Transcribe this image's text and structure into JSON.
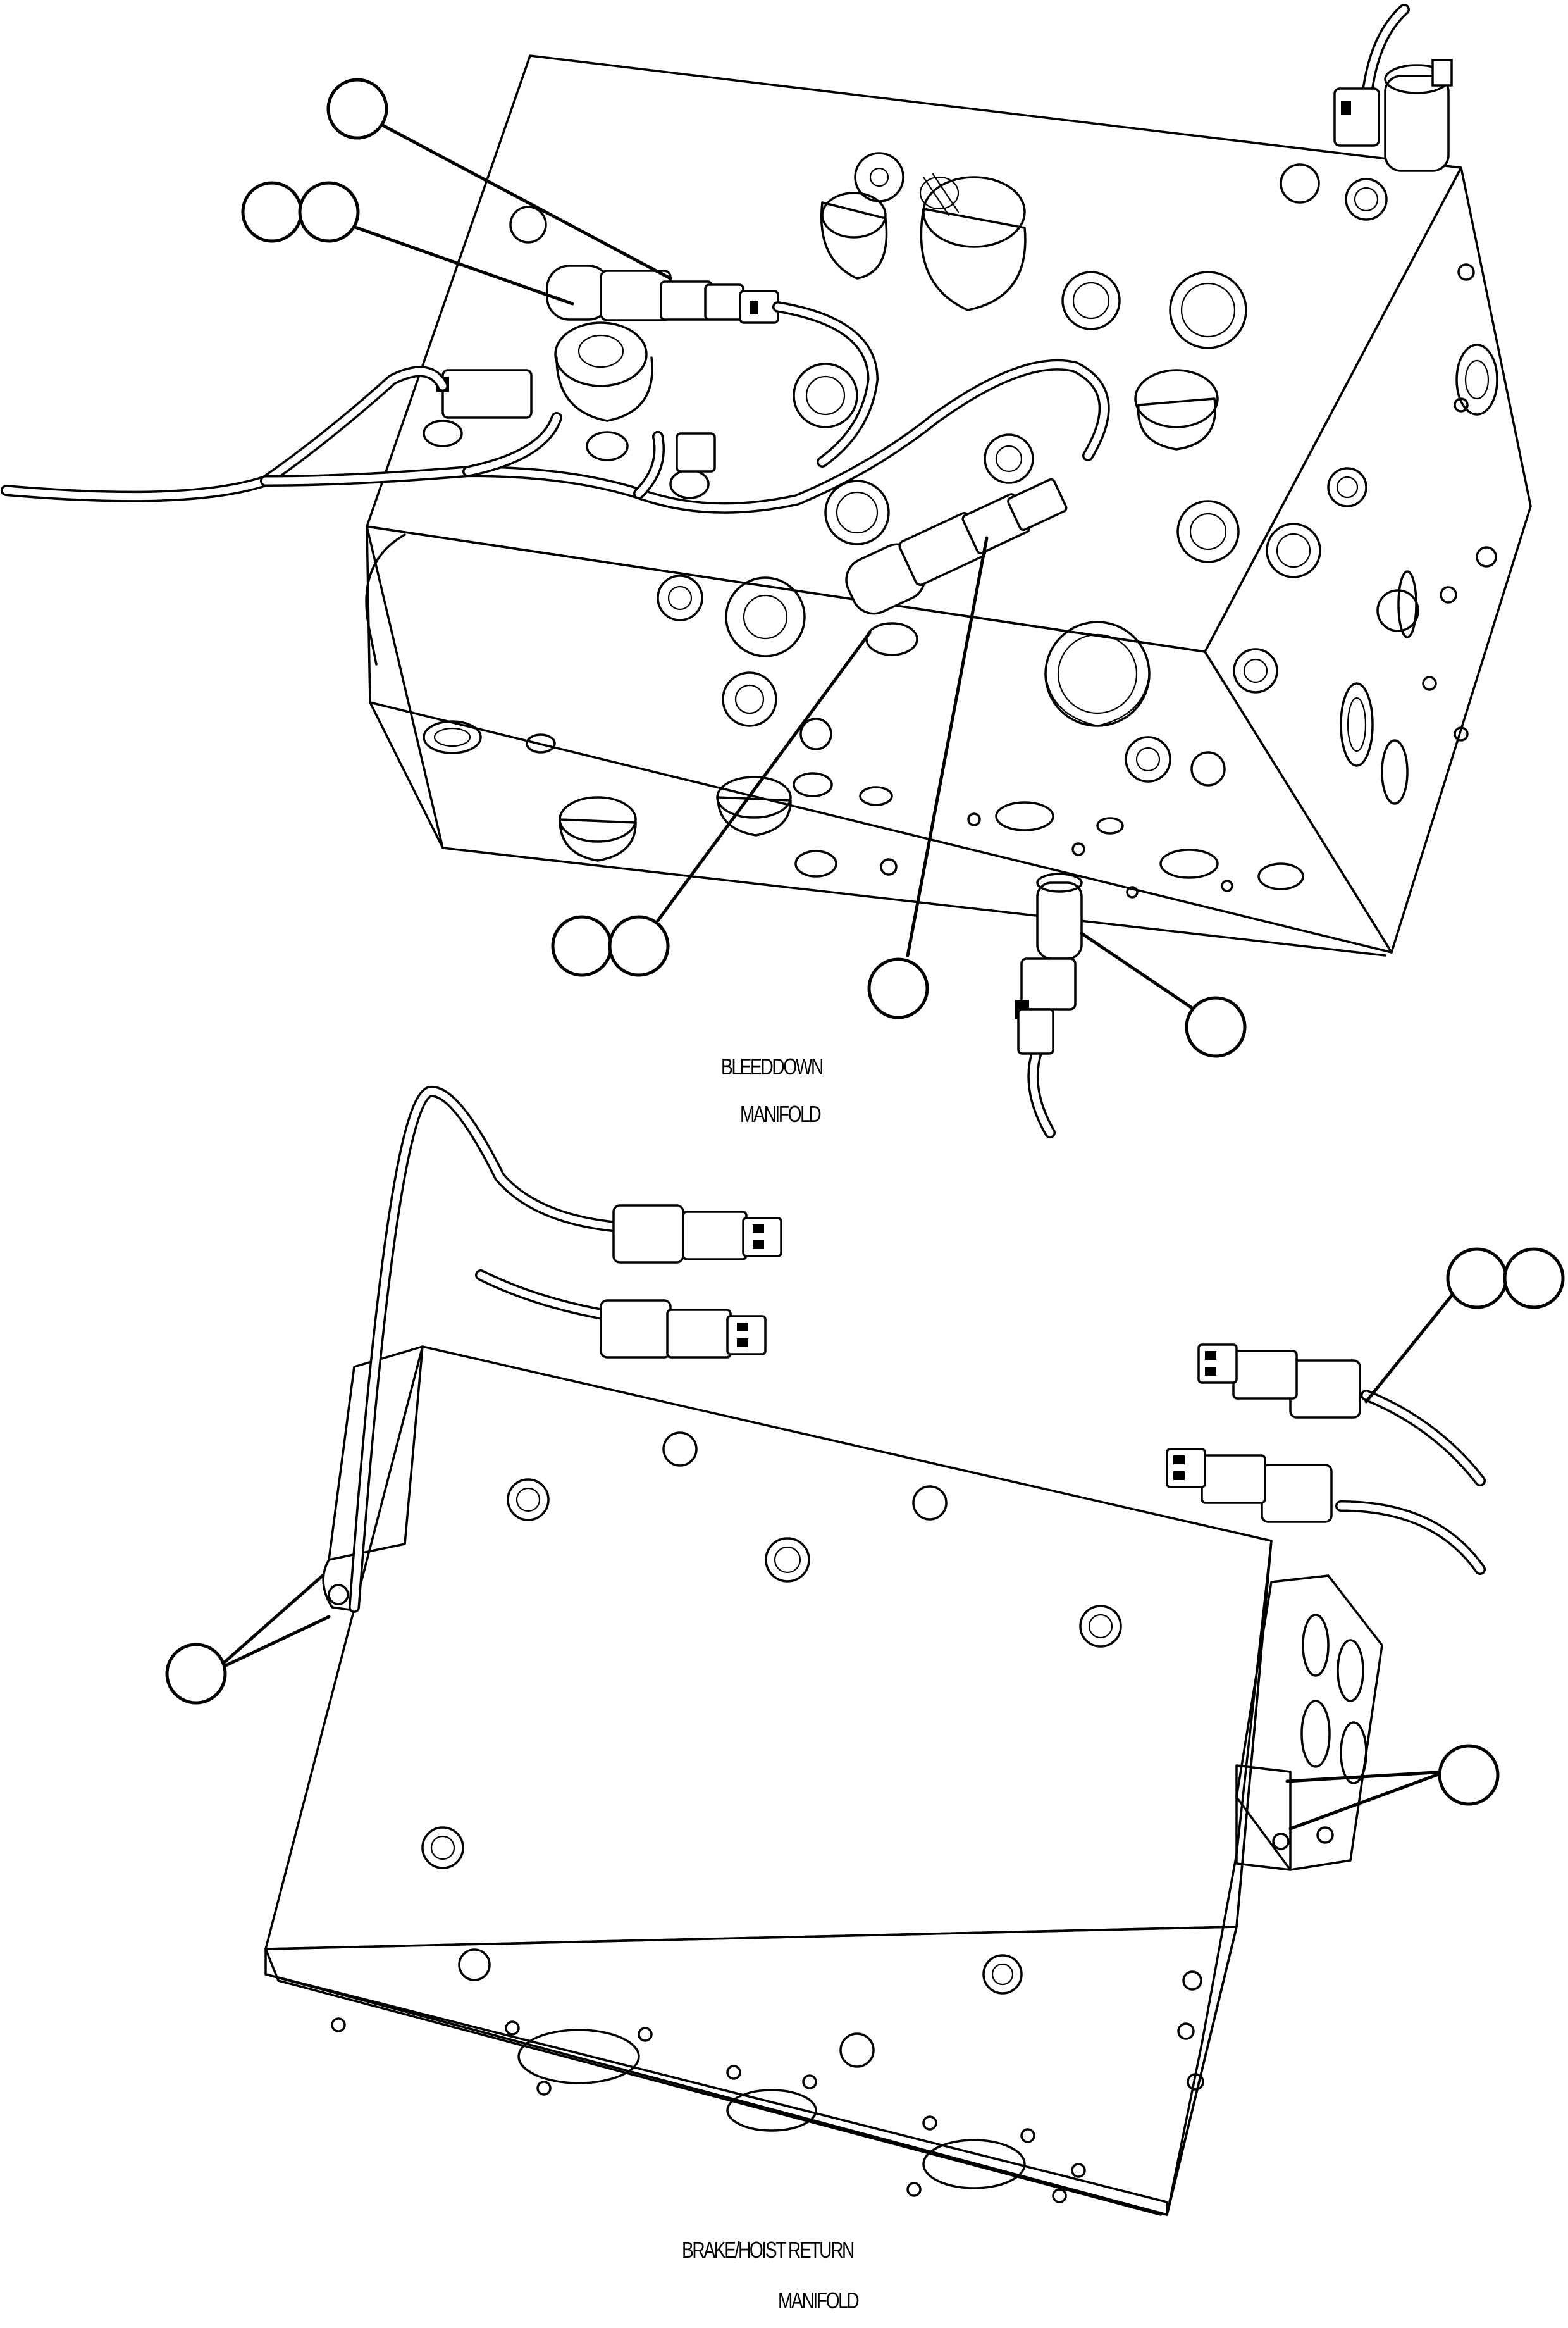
{
  "captions": {
    "bleeddown_line1": "BLEEDDOWN",
    "bleeddown_line2": "MANIFOLD",
    "brake_line1": "BRAKE/HOIST RETURN",
    "brake_line2": "MANIFOLD"
  },
  "sheet_ref": "",
  "icons": [
    "callout-balloon",
    "leader-line",
    "manifold-block",
    "wire-harness",
    "connector"
  ]
}
